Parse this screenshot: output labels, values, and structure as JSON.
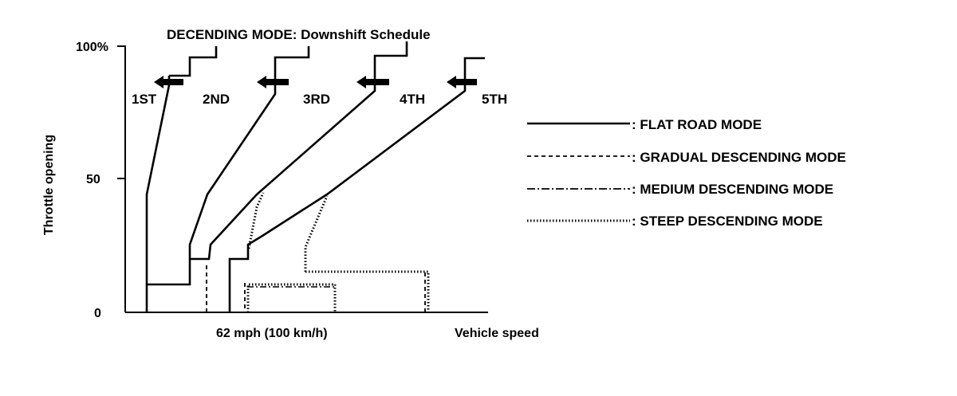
{
  "title": "DECENDING MODE: Downshift Schedule",
  "y_axis": {
    "label": "Throttle opening",
    "ticks": [
      "100%",
      "50",
      "0"
    ]
  },
  "x_axis": {
    "label": "Vehicle speed",
    "marker": "62 mph (100 km/h)"
  },
  "gears": [
    "1ST",
    "2ND",
    "3RD",
    "4TH",
    "5TH"
  ],
  "legend": [
    {
      "label": ": FLAT ROAD MODE",
      "style": "solid"
    },
    {
      "label": ": GRADUAL DESCENDING MODE",
      "style": "dashed"
    },
    {
      "label": ": MEDIUM DESCENDING MODE",
      "style": "dash-dot"
    },
    {
      "label": ": STEEP DESCENDING MODE",
      "style": "dotted"
    }
  ],
  "colors": {
    "ink": "#000000",
    "background": "#ffffff"
  }
}
